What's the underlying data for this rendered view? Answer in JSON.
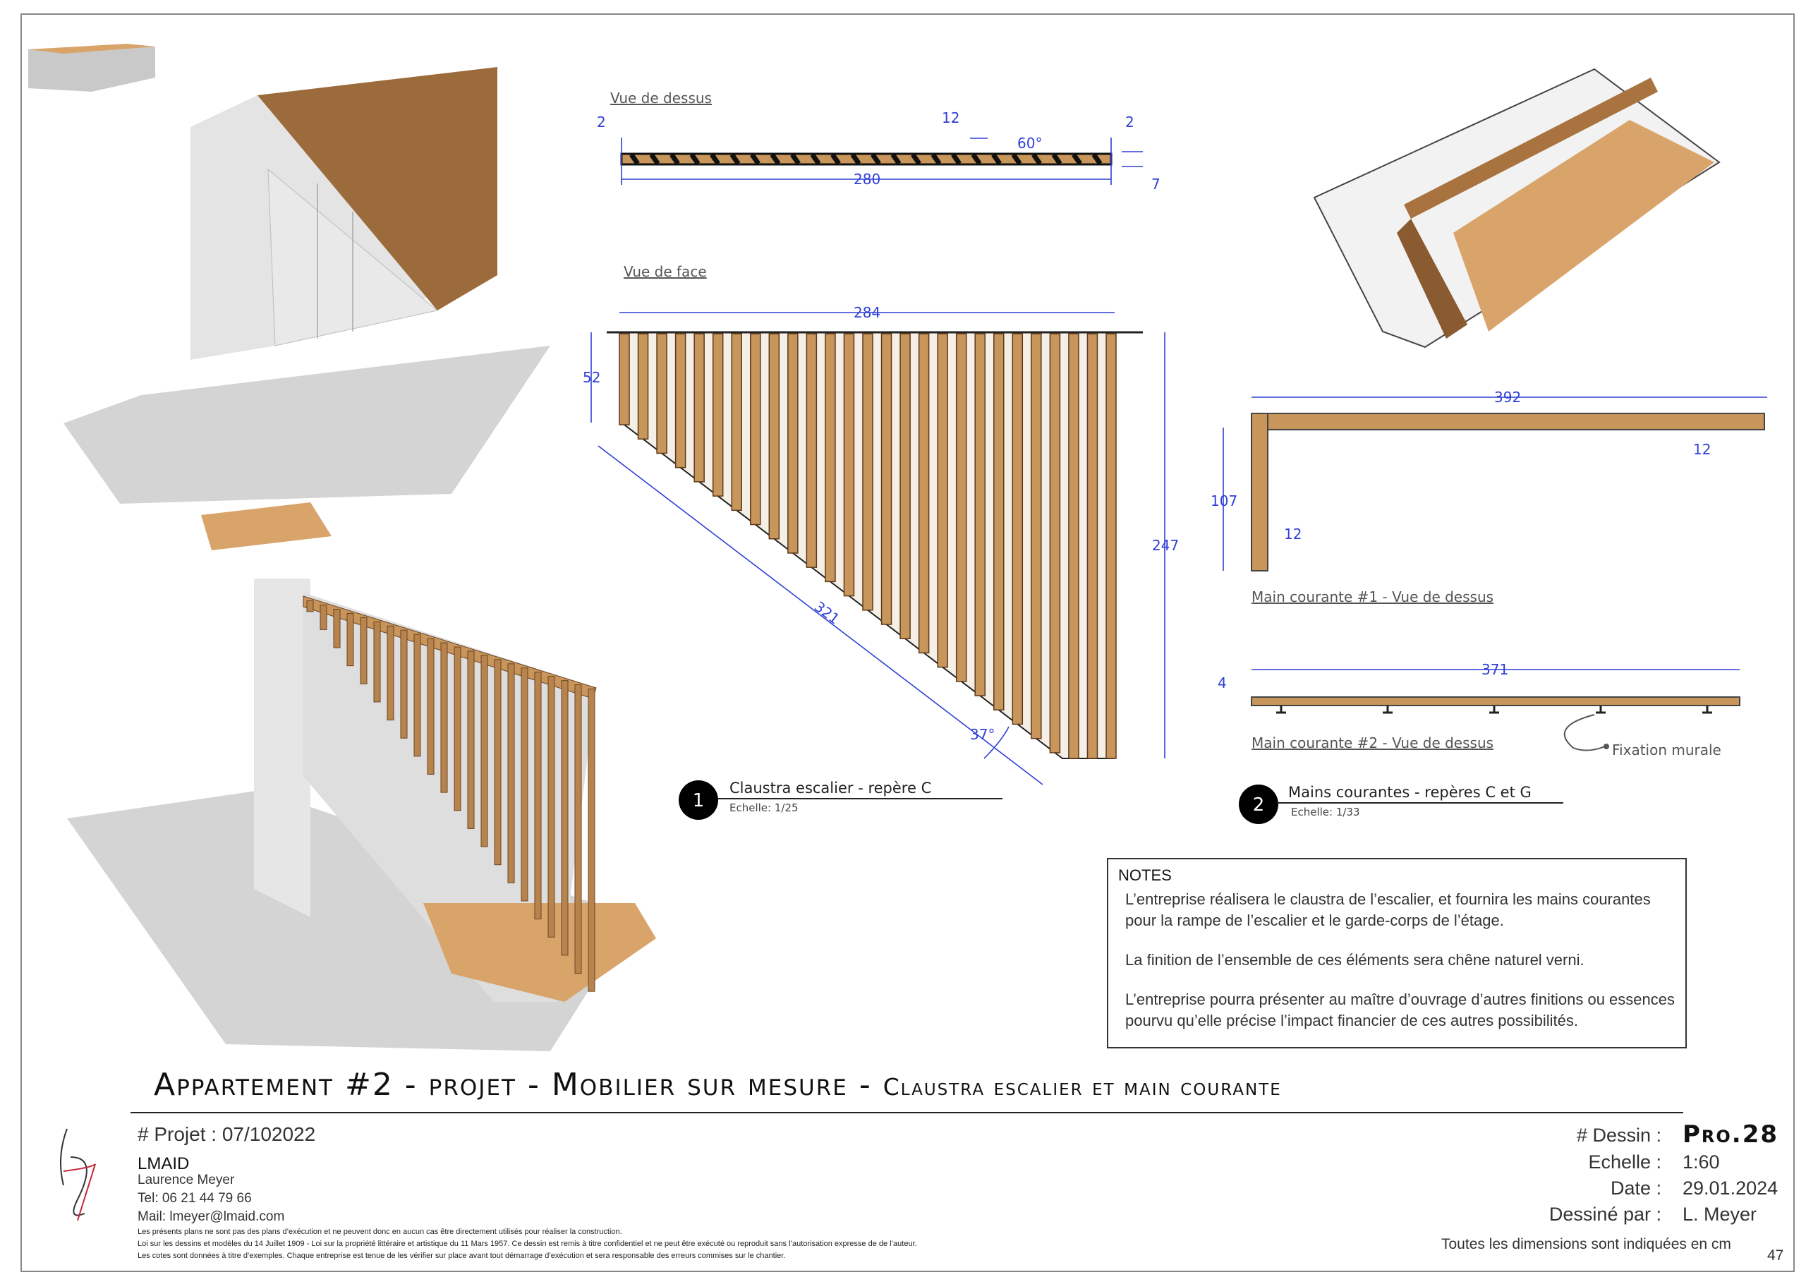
{
  "drawing": {
    "top_view": {
      "label": "Vue de dessus",
      "dims": {
        "left": "2",
        "slat": "12",
        "angle": "60°",
        "right": "2",
        "length": "280",
        "depth": "7"
      }
    },
    "front_view": {
      "label": "Vue de face",
      "dims": {
        "width": "284",
        "left_height": "52",
        "height": "247",
        "diagonal": "321",
        "angle": "37°"
      },
      "slat_count": 27
    },
    "detail1": {
      "number": "1",
      "title": "Claustra escalier -  repère C",
      "scale": "Echelle: 1/25"
    },
    "handrail1": {
      "label": "Main courante #1 - Vue de dessus",
      "dims": {
        "length": "392",
        "height": "107",
        "thickness_a": "12",
        "thickness_b": "12"
      }
    },
    "handrail2": {
      "label": "Main courante #2 - Vue de dessus",
      "dims": {
        "length": "371",
        "thickness": "4"
      },
      "fixation": "Fixation murale"
    },
    "detail2": {
      "number": "2",
      "title": "Mains courantes  -  repères C et G",
      "scale": "Echelle: 1/33"
    },
    "colors": {
      "dimension": "#2f3fd6",
      "wood": "#c8955a",
      "wall": "#dcdcdc"
    }
  },
  "notes": {
    "heading": "NOTES",
    "items": [
      "L’entreprise réalisera le claustra de l’escalier, et fournira les mains courantes pour la rampe de l’escalier et  le garde-corps de l’étage.",
      "La finition de l’ensemble de ces éléments sera chêne naturel verni.",
      "L’entreprise pourra présenter au maître d’ouvrage d’autres finitions ou essences pourvu qu’elle précise l’impact financier de ces autres possibilités."
    ]
  },
  "title": {
    "main": "Appartement #2 - projet - Mobilier sur mesure - ",
    "sub": "Claustra escalier et main courante"
  },
  "footer": {
    "project_label": "# Projet :",
    "project_value": "07/102022",
    "company": "LMAID",
    "name": "Laurence Meyer",
    "tel": "Tel: 06 21 44 79 66",
    "mail": "Mail: lmeyer@lmaid.com",
    "legal": [
      "Les présents plans ne sont pas des plans d’exécution et ne peuvent donc en aucun cas être directement utilisés pour réaliser la construction.",
      "Loi sur les dessins et modèles du 14 Juillet 1909 - Loi sur la propriété littéraire et artistique du 11 Mars 1957. Ce dessin est remis à titre confidentiel et ne peut être exécuté ou reproduit sans l’autorisation expresse de de l’auteur.",
      "Les cotes sont données à titre d’exemples. Chaque entreprise est tenue de les vérifier sur place avant tout démarrage d’exécution et sera responsable des erreurs commises sur le chantier."
    ],
    "dessin_label": "# Dessin :",
    "dessin_value": "Pro.28",
    "echelle_label": "Echelle :",
    "echelle_value": "1:60",
    "date_label": "Date :",
    "date_value": "29.01.2024",
    "dessine_label": "Dessiné par :",
    "dessine_value": "L. Meyer",
    "units_note": "Toutes les dimensions sont indiquées en cm",
    "page": "47"
  }
}
